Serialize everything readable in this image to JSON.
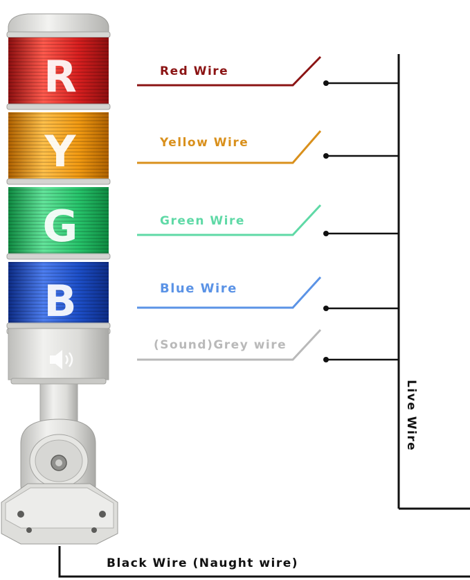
{
  "tower": {
    "segments": [
      {
        "letter": "R",
        "color": "#d81f1f",
        "dark": "#8e0f10",
        "light": "#ff5a4d"
      },
      {
        "letter": "Y",
        "color": "#f29a12",
        "dark": "#b06200",
        "light": "#ffc04a"
      },
      {
        "letter": "G",
        "color": "#27c46b",
        "dark": "#0f8a41",
        "light": "#63e59b"
      },
      {
        "letter": "B",
        "color": "#1d4fc9",
        "dark": "#0d2c86",
        "light": "#4d7ef0"
      }
    ],
    "body_color": "#e3e3e0",
    "speaker_icon": "speaker-icon"
  },
  "wires": [
    {
      "label": "Red Wire",
      "color": "#8b1414"
    },
    {
      "label": "Yellow Wire",
      "color": "#d9901c"
    },
    {
      "label": "Green Wire",
      "color": "#5fd9a6"
    },
    {
      "label": "Blue Wire",
      "color": "#5b93e6"
    },
    {
      "label": "(Sound)Grey wire",
      "color": "#b9b9b9"
    }
  ],
  "live_wire_label": "Live Wire",
  "black_wire_label": "Black Wire (Naught wire)",
  "line_color": "#111111"
}
